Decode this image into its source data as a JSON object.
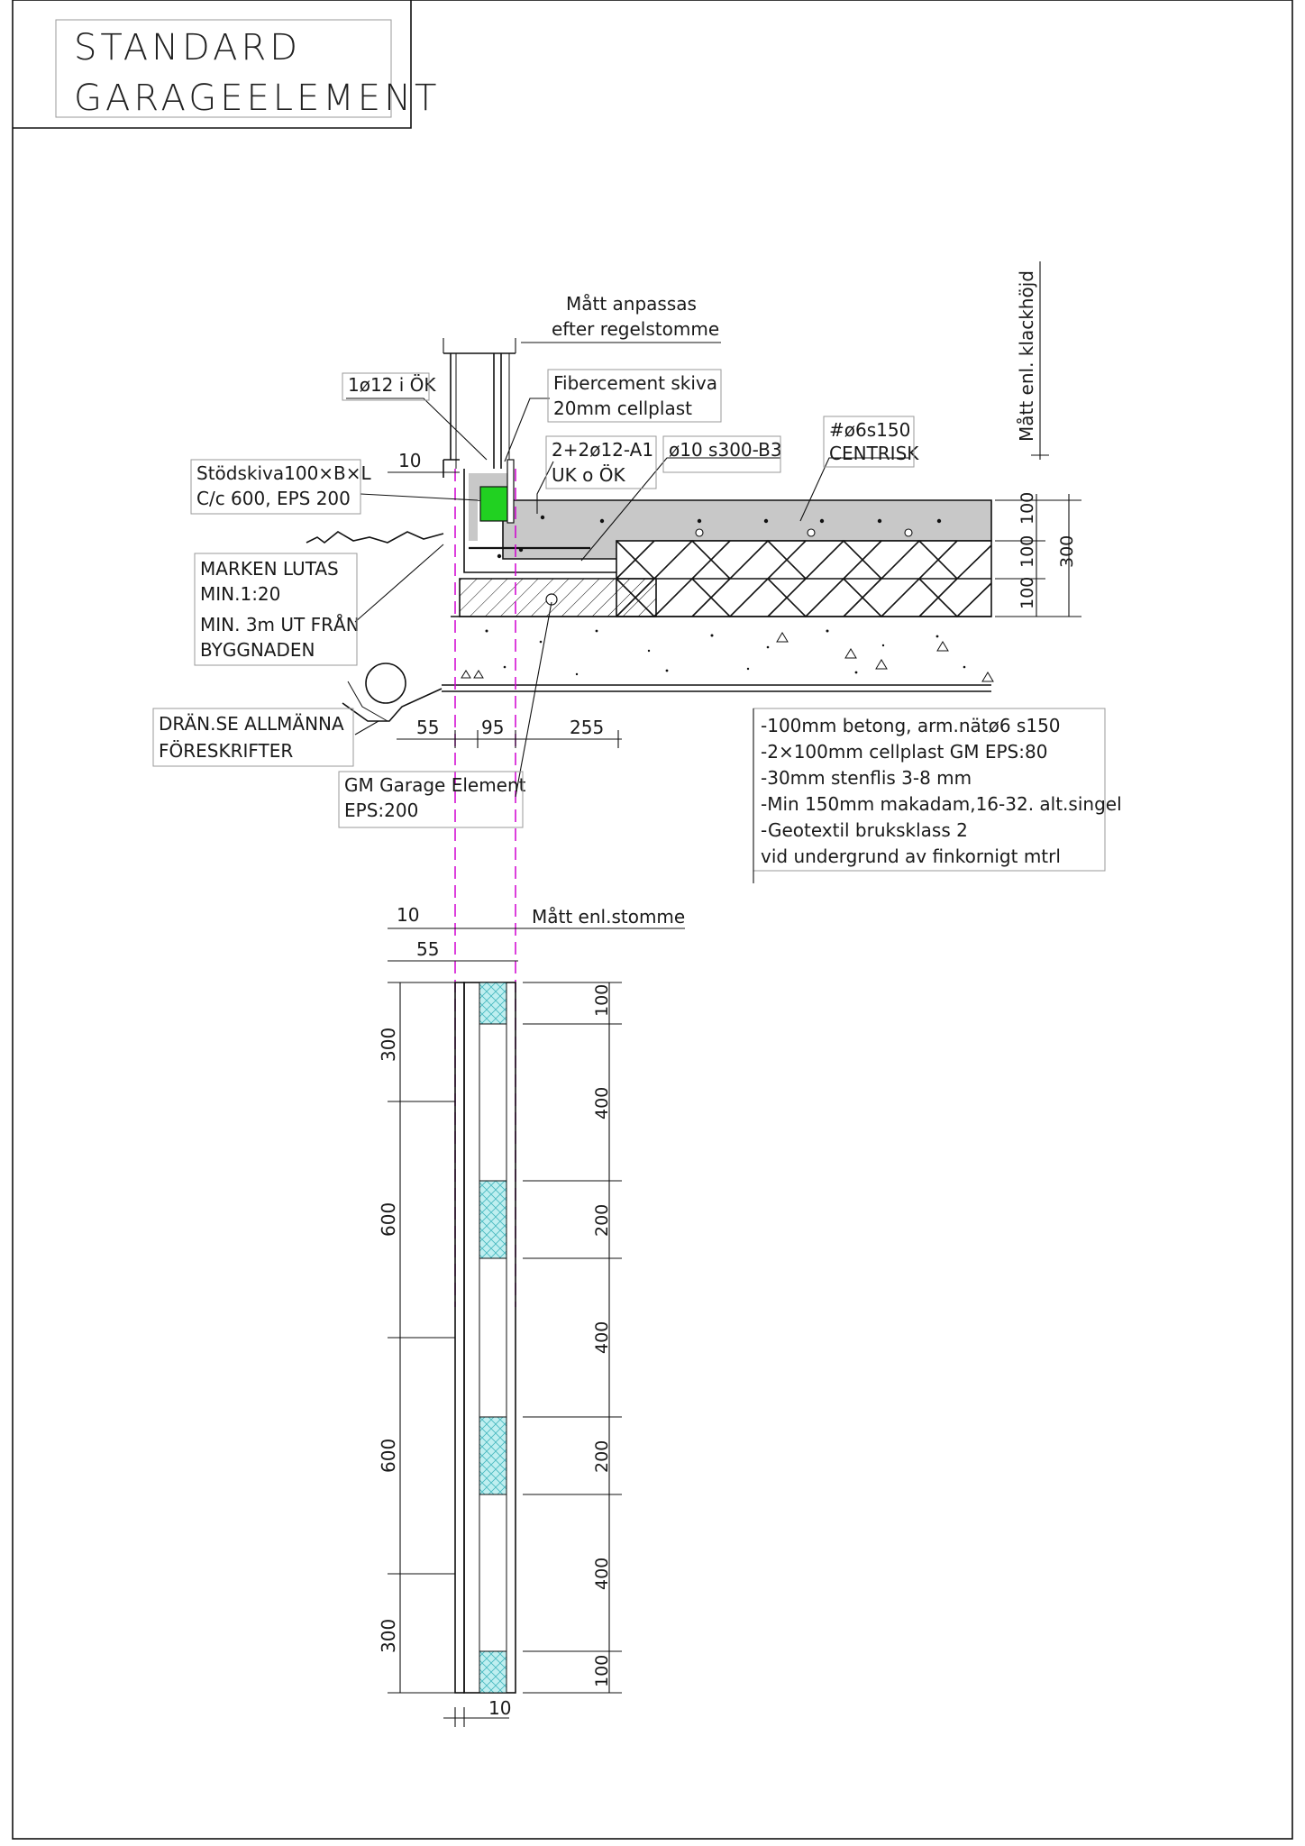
{
  "title": {
    "line1": "STANDARD",
    "line2": "GARAGEELEMENT"
  },
  "section": {
    "note_matt_1": "Mått anpassas",
    "note_matt_2": "efter regelstomme",
    "rebar_top": "1ø12 i ÖK",
    "fibercement_1": "Fibercement skiva",
    "fibercement_2": "20mm cellplast",
    "mesh_1": "#ø6s150",
    "mesh_2": "CENTRISK",
    "dim_10": "10",
    "rebar_a1_1": "2+2ø12-A1",
    "rebar_a1_2": "UK o ÖK",
    "rebar_b3": "ø10 s300-B3",
    "stodskiva_1": "Stödskiva100×B×L",
    "stodskiva_2": "C/c 600, EPS 200",
    "marken_1": "MARKEN LUTAS",
    "marken_2": "MIN.1:20",
    "marken_3": "MIN. 3m UT FRÅN",
    "marken_4": "BYGGNADEN",
    "dran_1": "DRÄN.SE ALLMÄNNA",
    "dran_2": "FÖRESKRIFTER",
    "dim_55": "55",
    "dim_95": "95",
    "dim_255": "255",
    "gm_1": "GM Garage Element",
    "gm_2": "EPS:200",
    "klack": "Mått enl. klackhöjd",
    "dim_100a": "100",
    "dim_100b": "100",
    "dim_100c": "100",
    "dim_300": "300",
    "layers": [
      "-100mm betong, arm.nätø6 s150",
      "-2×100mm cellplast GM EPS:80",
      "-30mm stenflis 3-8 mm",
      "-Min 150mm makadam,16-32. alt.singel",
      "-Geotextil bruksklass 2",
      " vid undergrund av finkornigt mtrl"
    ]
  },
  "elevation": {
    "dim_10_top": "10",
    "matt_stomme": "Mått enl.stomme",
    "dim_55": "55",
    "left_dims": [
      "300",
      "600",
      "600",
      "300"
    ],
    "right_dims": [
      "100",
      "400",
      "200",
      "400",
      "200",
      "400",
      "100"
    ],
    "dim_10_bottom": "10"
  },
  "colors": {
    "support_green": "#21d121",
    "support_cyan": "#bfeff0",
    "section_line": "#d000d0",
    "concrete": "#c8c8c8"
  }
}
